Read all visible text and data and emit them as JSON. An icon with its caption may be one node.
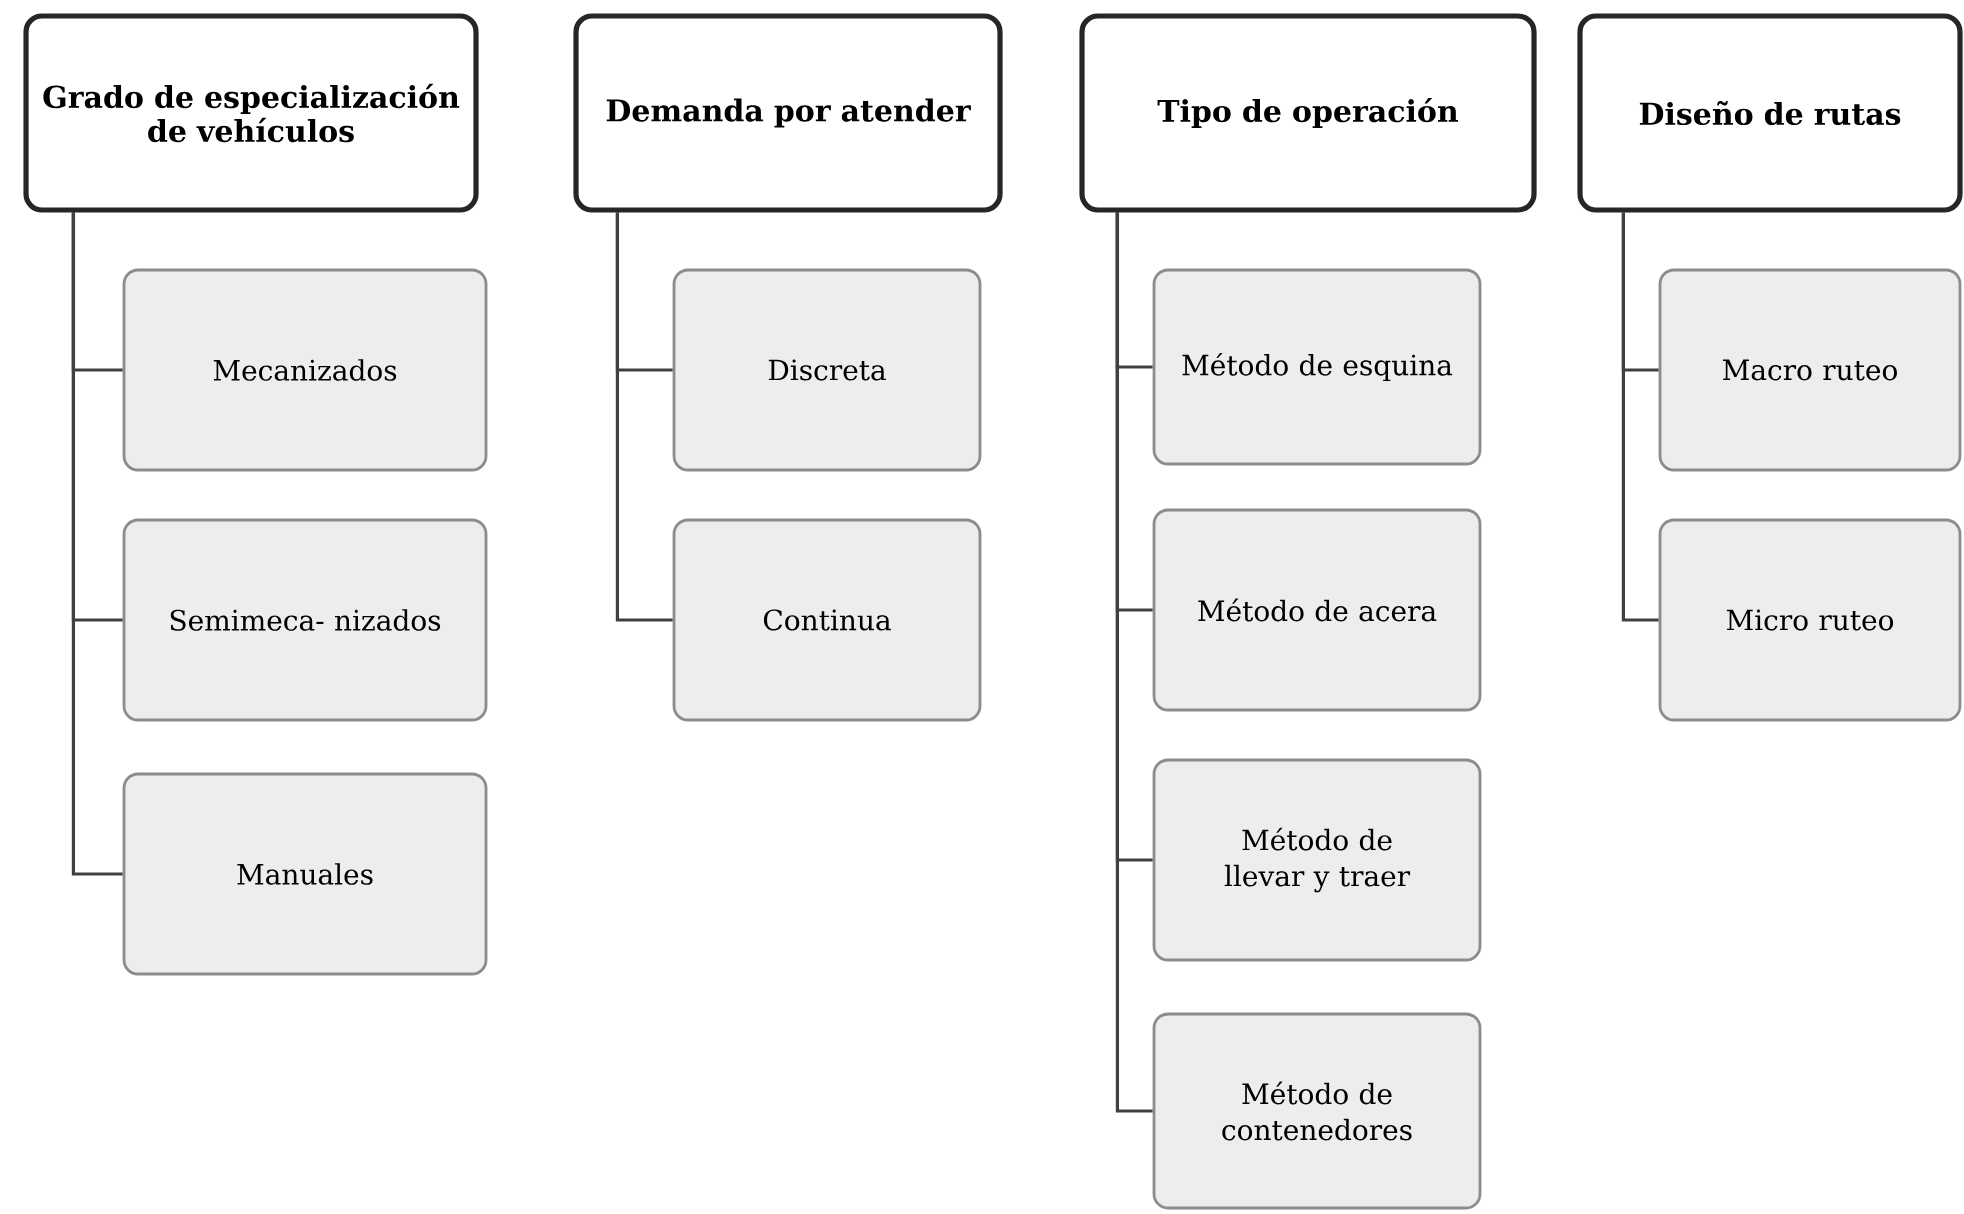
{
  "diagram": {
    "nodes": [
      {
        "text": [
          "Grado de especialización de vehículos"
        ]
      },
      {
        "text": [
          "Mecanizados"
        ]
      },
      {
        "text": [
          "Semimeca- nizados"
        ]
      },
      {
        "text": [
          "Manuales"
        ]
      },
      {
        "text": [
          "Demanda por atender"
        ]
      },
      {
        "text": [
          "Discreta"
        ]
      },
      {
        "text": [
          "Continua"
        ]
      },
      {
        "text": [
          "Tipo de operación"
        ]
      },
      {
        "text": [
          "Método de esquina"
        ]
      },
      {
        "text": [
          "Método de acera"
        ]
      },
      {
        "text": [
          "Método de llevar y traer"
        ]
      },
      {
        "text": [
          "Método de contenedores"
        ]
      },
      {
        "text": [
          "Diseño de rutas"
        ]
      },
      {
        "text": [
          "Macro ruteo"
        ]
      },
      {
        "text": [
          "Micro ruteo"
        ]
      }
    ],
    "edges": [
      {
        "from": 0,
        "to": 1,
        "arrow": "none"
      },
      {
        "from": 0,
        "to": 2,
        "arrow": "none"
      },
      {
        "from": 0,
        "to": 3,
        "arrow": "none"
      },
      {
        "from": 4,
        "to": 5,
        "arrow": "none"
      },
      {
        "from": 4,
        "to": 6,
        "arrow": "none"
      },
      {
        "from": 7,
        "to": 8,
        "arrow": "none"
      },
      {
        "from": 7,
        "to": 9,
        "arrow": "none"
      },
      {
        "from": 7,
        "to": 10,
        "arrow": "none"
      },
      {
        "from": 7,
        "to": 11,
        "arrow": "none"
      },
      {
        "from": 12,
        "to": 13,
        "arrow": "none"
      },
      {
        "from": 12,
        "to": 14,
        "arrow": "none"
      }
    ]
  }
}
